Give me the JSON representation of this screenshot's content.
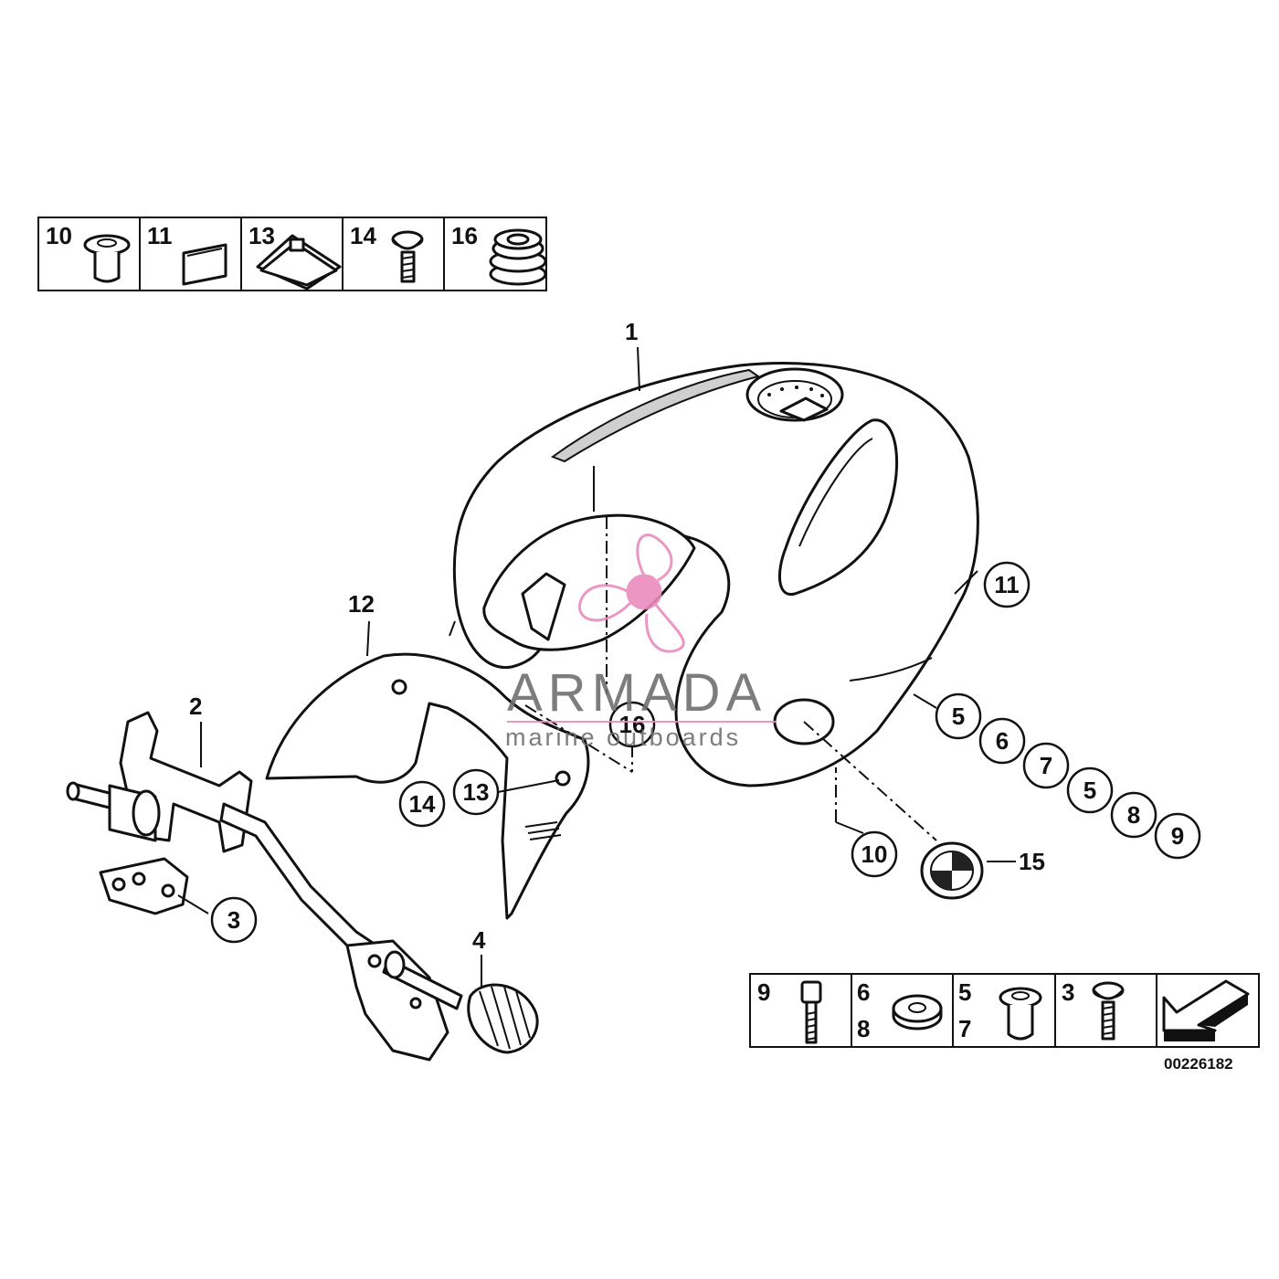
{
  "legend_top": {
    "cells": [
      {
        "label": "10",
        "icon": "collar-bushing-icon"
      },
      {
        "label": "11",
        "icon": "pad-icon"
      },
      {
        "label": "13",
        "icon": "clip-nut-icon"
      },
      {
        "label": "14",
        "icon": "screw-icon"
      },
      {
        "label": "16",
        "icon": "grommet-icon"
      }
    ]
  },
  "legend_bottom": {
    "cells": [
      {
        "labels": [
          "9"
        ],
        "icon": "bolt-icon"
      },
      {
        "labels": [
          "6",
          "8"
        ],
        "icon": "washer-icon"
      },
      {
        "labels": [
          "5",
          "7"
        ],
        "icon": "bushing-icon"
      },
      {
        "labels": [
          "3"
        ],
        "icon": "screw-icon"
      },
      {
        "labels": [],
        "icon": "direction-arrow-icon"
      }
    ]
  },
  "callouts": {
    "tank": "1",
    "frame": "2",
    "frame_screw": "3",
    "knob": "4",
    "cover": "12",
    "clip_nut": "13",
    "screw": "14",
    "grommet": "16",
    "pad": "11",
    "bushing_low": "10",
    "emblem": "15",
    "fasteners": [
      "5",
      "6",
      "7",
      "5",
      "8",
      "9"
    ]
  },
  "watermark": {
    "brand": "ARMADA",
    "tagline": "marine outboards"
  },
  "diagram_id": "00226182",
  "colors": {
    "line": "#111111",
    "watermark_text": "#6f6f6f",
    "watermark_logo": "#e98bbd"
  }
}
